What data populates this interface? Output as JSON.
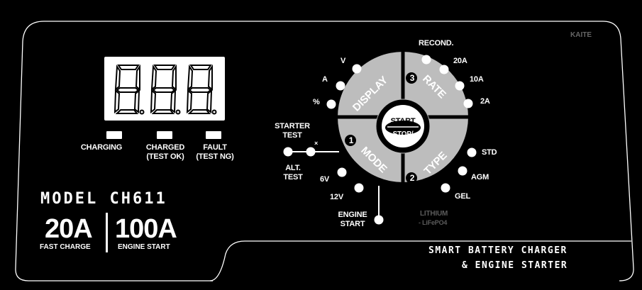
{
  "brand": "KAITE",
  "display": {
    "digits": [
      "8.",
      "8.",
      "8."
    ]
  },
  "leds": [
    {
      "label": "CHARGING"
    },
    {
      "label": "CHARGED\n(TEST OK)"
    },
    {
      "label": "FAULT\n(TEST NG)"
    }
  ],
  "model": "MODEL CH611",
  "fast_charge": {
    "value": "20A",
    "label": "FAST CHARGE"
  },
  "engine_start": {
    "value": "100A",
    "label": "ENGINE START"
  },
  "knob": {
    "center_top": "START",
    "center_bottom": "STOP/",
    "quadrants": [
      {
        "number": "1",
        "label": "MODE"
      },
      {
        "number": "2",
        "label": "TYPE"
      },
      {
        "number": "3",
        "label": "RATE"
      },
      {
        "label": "DISPLAY"
      }
    ]
  },
  "display_options": [
    "V",
    "A",
    "%"
  ],
  "rate_options": [
    "RECOND.",
    "20A",
    "10A",
    "2A"
  ],
  "type_options": [
    "STD",
    "AGM",
    "GEL"
  ],
  "lithium": {
    "label": "LITHIUM",
    "sub": "- LiFePO4"
  },
  "mode_options": {
    "starter_test": "STARTER\nTEST",
    "alt_test": "ALT.\nTEST",
    "v6": "6V",
    "v12": "12V",
    "engine_start": "ENGINE\nSTART"
  },
  "x_mark": "×",
  "tagline": [
    "SMART BATTERY CHARGER",
    "& ENGINE STARTER"
  ],
  "colors": {
    "background": "#000000",
    "panel_line": "#ffffff",
    "knob_grey": "#bdbdbd",
    "disabled": "#5b5b5b"
  }
}
